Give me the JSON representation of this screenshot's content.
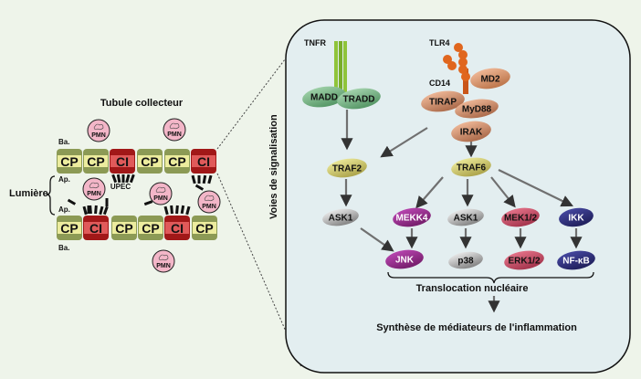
{
  "left": {
    "title": "Tubule collecteur",
    "lumen_label": "Lumière",
    "basal_label": "Ba.",
    "apical_label": "Ap.",
    "bacteria_label": "UPEC",
    "neutrophil_label": "PMN",
    "top_row": [
      "CP",
      "CP",
      "CI",
      "CP",
      "CP",
      "CI"
    ],
    "bottom_row": [
      "CP",
      "CI",
      "CP",
      "CP",
      "CI",
      "CP"
    ]
  },
  "vertical_label": "Voies de signalisation",
  "pathway": {
    "receptors": {
      "tnfr": "TNFR",
      "tlr4": "TLR4",
      "cd14": "CD14"
    },
    "proteins": {
      "madd": "MADD",
      "tradd": "TRADD",
      "md2": "MD2",
      "tirap": "TIRAP",
      "myd88": "MyD88",
      "irak": "IRAK",
      "traf2": "TRAF2",
      "traf6": "TRAF6",
      "ask1_left": "ASK1",
      "mekk4": "MEKK4",
      "ask1_right": "ASK1",
      "mek12": "MEK1/2",
      "ikk": "IKK",
      "jnk": "JNK",
      "p38": "p38",
      "erk12": "ERK1/2",
      "nfkb": "NF-κB"
    },
    "translocation": "Translocation nucléaire",
    "outcome": "Synthèse de médiateurs de l'inflammation"
  },
  "colors": {
    "background": "#eef4ea",
    "panel": "#e3eef0",
    "cp": "#e6e69a",
    "ci": "#d64a4a",
    "pmn": "#f3b6c8",
    "green_receptor": "#8fc43a",
    "orange_receptor": "#e0661e",
    "mekk4": "#b33aa6",
    "mek": "#e0647c",
    "ikk": "#3a3c94"
  }
}
